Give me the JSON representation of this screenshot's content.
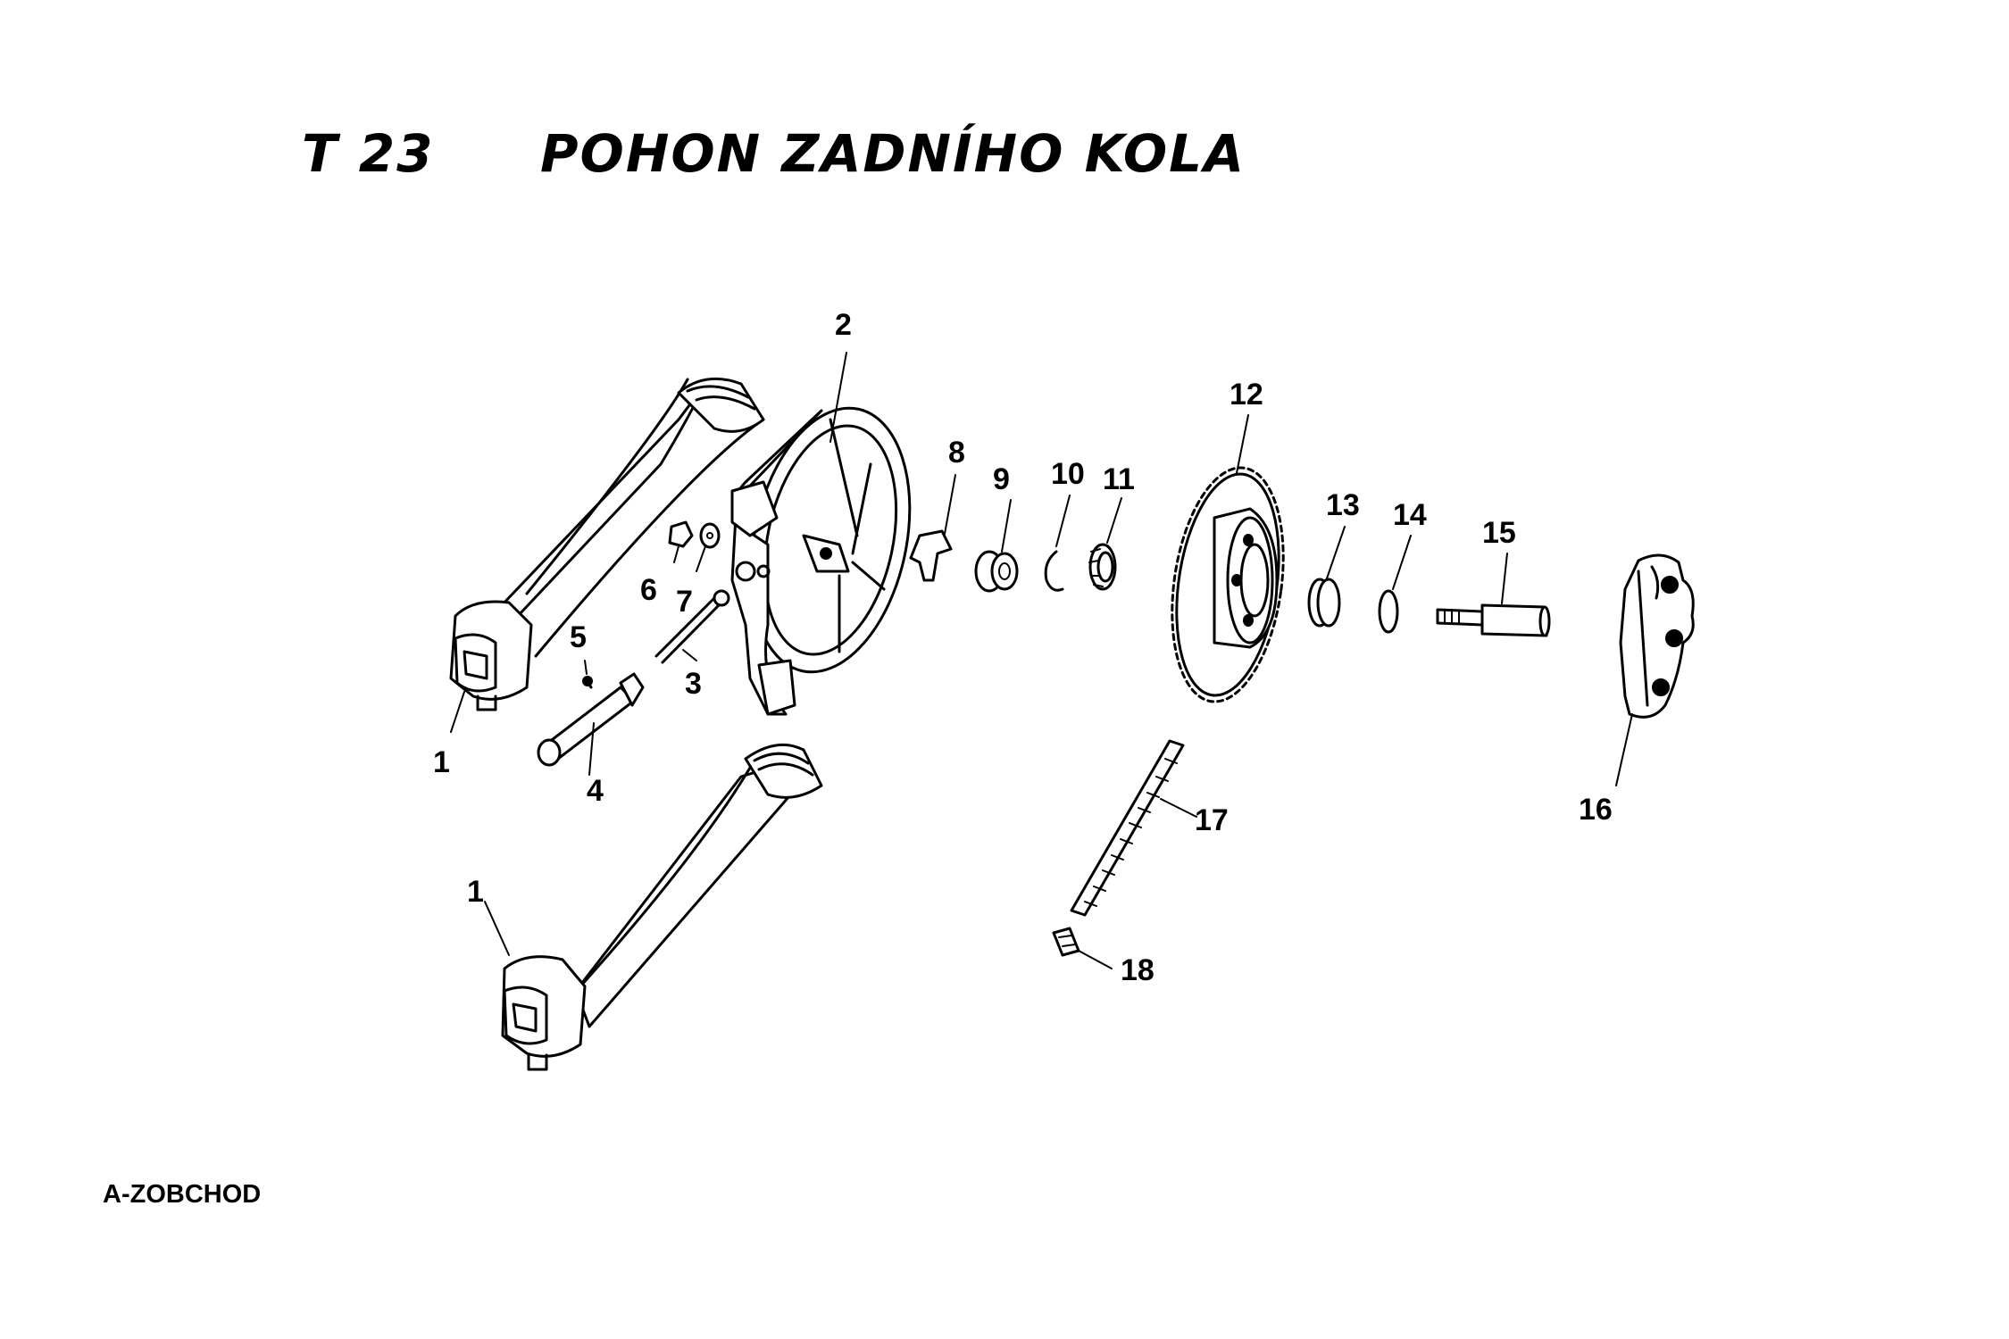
{
  "header": {
    "code": "T 23",
    "title": "POHON ZADNÍHO KOLA"
  },
  "footer": {
    "label": "A-ZOBCHOD"
  },
  "callouts": [
    "1",
    "1",
    "2",
    "3",
    "4",
    "5",
    "6",
    "7",
    "8",
    "9",
    "10",
    "11",
    "12",
    "13",
    "14",
    "15",
    "16",
    "17",
    "18"
  ]
}
